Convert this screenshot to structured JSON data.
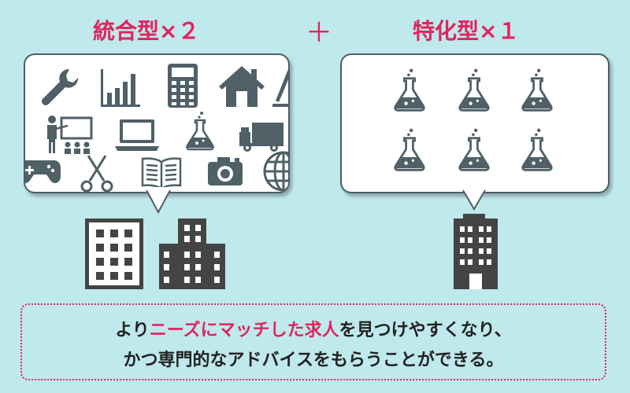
{
  "colors": {
    "accent": "#e0245e",
    "icon": "#4f6066",
    "building": "#444444",
    "background": "#bfe9ec"
  },
  "headings": {
    "left": "統合型×２",
    "plus": "＋",
    "right": "特化型×１"
  },
  "message": {
    "line1_before": "より",
    "line1_highlight": "ニーズにマッチした求人",
    "line1_after": "を見つけやすくなり、",
    "line2": "かつ専門的なアドバイスをもらうことができる。"
  },
  "left_bubble_icons": [
    "wrench-icon",
    "bar-chart-icon",
    "calculator-icon",
    "house-icon",
    "pen-icon",
    "presentation-icon",
    "laptop-icon",
    "flask-icon",
    "truck-icon",
    "gamepad-icon",
    "scissors-icon",
    "book-icon",
    "camera-icon",
    "globe-icon"
  ],
  "right_bubble_icons": [
    "flask-icon",
    "flask-icon",
    "flask-icon",
    "flask-icon",
    "flask-icon",
    "flask-icon"
  ],
  "buildings": [
    "office-building-icon",
    "city-building-icon",
    "tower-building-icon"
  ]
}
